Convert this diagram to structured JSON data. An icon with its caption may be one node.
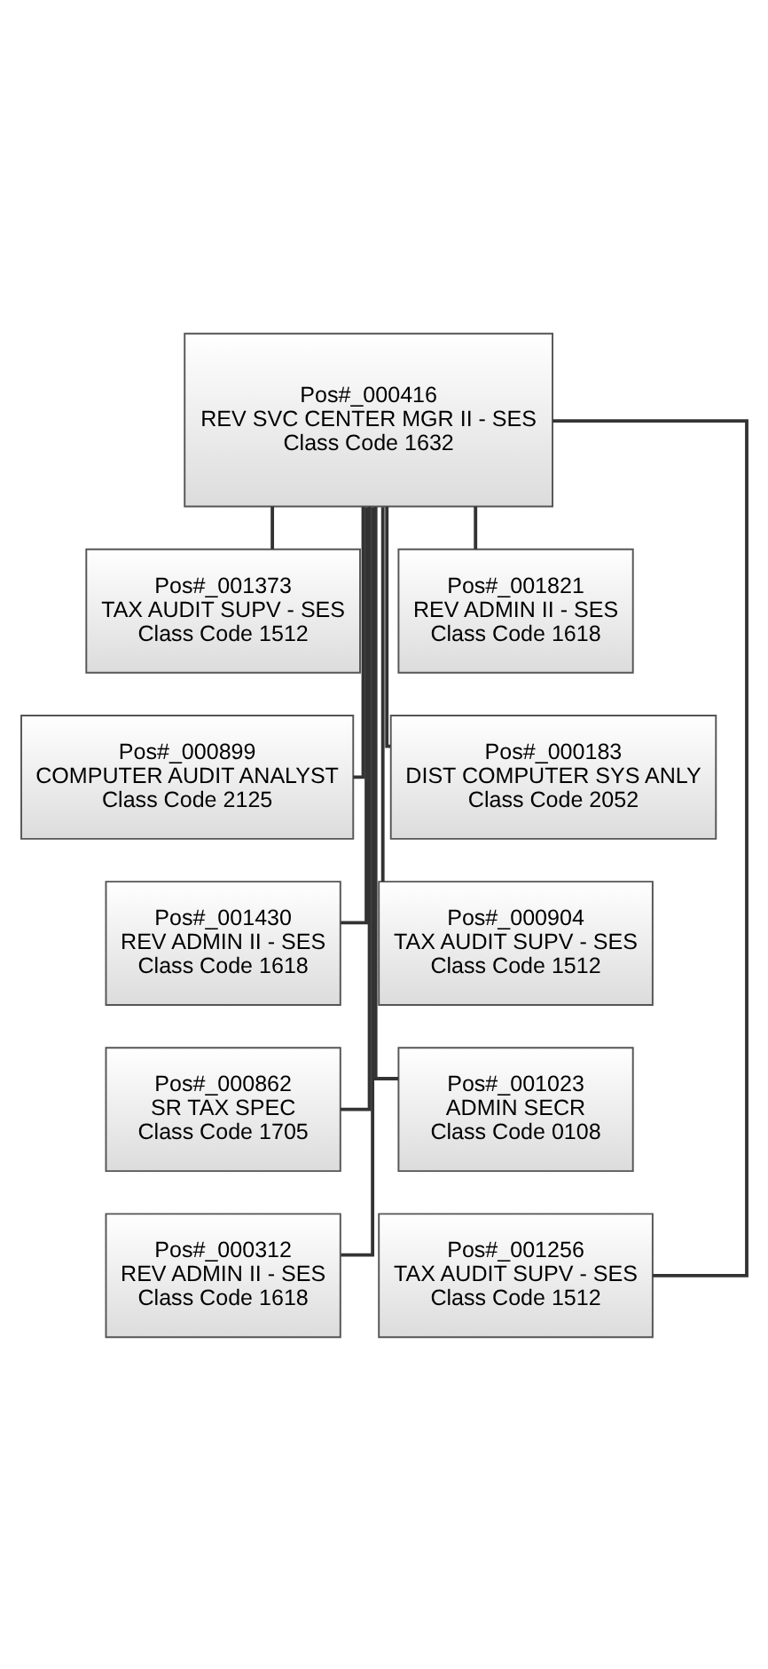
{
  "diagram": {
    "nodes": [
      {
        "text": [
          "Pos#_000416",
          "REV SVC CENTER MGR II - SES",
          "Class Code 1632"
        ]
      },
      {
        "text": [
          "Pos#_001373",
          "TAX AUDIT SUPV - SES",
          "Class Code 1512"
        ]
      },
      {
        "text": [
          "Pos#_001821",
          "REV ADMIN II - SES",
          "Class Code 1618"
        ]
      },
      {
        "text": [
          "Pos#_000899",
          "COMPUTER AUDIT ANALYST",
          "Class Code 2125"
        ]
      },
      {
        "text": [
          "Pos#_000183",
          "DIST COMPUTER SYS ANLY",
          "Class Code 2052"
        ]
      },
      {
        "text": [
          "Pos#_001430",
          "REV ADMIN II - SES",
          "Class Code 1618"
        ]
      },
      {
        "text": [
          "Pos#_000904",
          "TAX AUDIT SUPV - SES",
          "Class Code 1512"
        ]
      },
      {
        "text": [
          "Pos#_000862",
          "SR TAX SPEC",
          "Class Code 1705"
        ]
      },
      {
        "text": [
          "Pos#_001023",
          "ADMIN SECR",
          "Class Code 0108"
        ]
      },
      {
        "text": [
          "Pos#_000312",
          "REV ADMIN II - SES",
          "Class Code 1618"
        ]
      },
      {
        "text": [
          "Pos#_001256",
          "TAX AUDIT SUPV - SES",
          "Class Code 1512"
        ]
      }
    ],
    "edges": [
      {
        "from": 0,
        "to": 1,
        "arrow": "none"
      },
      {
        "from": 0,
        "to": 2,
        "arrow": "none"
      },
      {
        "from": 0,
        "to": 3,
        "arrow": "none"
      },
      {
        "from": 0,
        "to": 4,
        "arrow": "none"
      },
      {
        "from": 0,
        "to": 5,
        "arrow": "none"
      },
      {
        "from": 0,
        "to": 6,
        "arrow": "none"
      },
      {
        "from": 0,
        "to": 7,
        "arrow": "none"
      },
      {
        "from": 0,
        "to": 8,
        "arrow": "none"
      },
      {
        "from": 0,
        "to": 9,
        "arrow": "none"
      },
      {
        "from": 0,
        "to": 10,
        "arrow": "none"
      }
    ]
  }
}
